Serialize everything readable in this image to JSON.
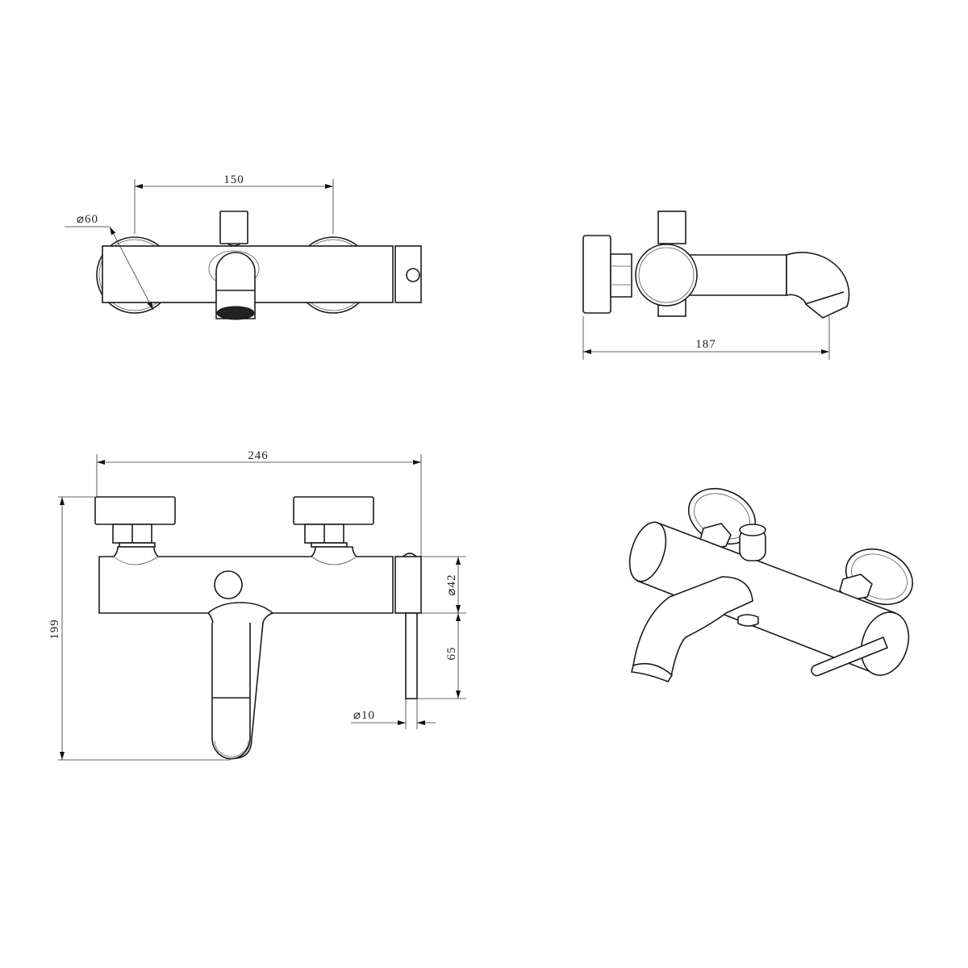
{
  "drawing": {
    "top_view": {
      "dim_spacing": "150",
      "dim_rosette_diameter": "⌀60"
    },
    "side_view": {
      "dim_depth": "187"
    },
    "front_view": {
      "dim_width": "246",
      "dim_height": "199",
      "dim_body_diameter": "⌀42",
      "dim_lever_length": "65",
      "dim_lever_diameter": "⌀10"
    },
    "iso_view": {}
  }
}
